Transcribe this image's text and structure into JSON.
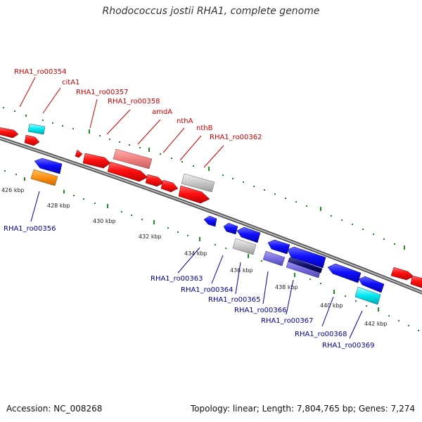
{
  "title": "Rhodococcus jostii RHA1, complete genome",
  "footer": {
    "accession": "Accession: NC_008268",
    "topology": "Topology: linear; Length: 7,804,765 bp; Genes: 7,274"
  },
  "colors": {
    "forward_gene": "#ff0000",
    "forward_label": "#cc0000",
    "reverse_gene": "#0000ff",
    "reverse_label": "#000099",
    "tick": "#228b22",
    "backbone": "#808080"
  },
  "scale": {
    "unit": "kbp",
    "tick_labels": [
      "426 kbp",
      "428 kbp",
      "430 kbp",
      "432 kbp",
      "434 kbp",
      "436 kbp",
      "438 kbp",
      "440 kbp",
      "442 kbp"
    ]
  },
  "forward_labels": [
    "RHA1_ro00354",
    "citA1",
    "RHA1_ro00357",
    "RHA1_ro00358",
    "amdA",
    "nthA",
    "nthB",
    "RHA1_ro00362"
  ],
  "reverse_labels": [
    "RHA1_ro00356",
    "RHA1_ro00363",
    "RHA1_ro00364",
    "RHA1_ro00365",
    "RHA1_ro00366",
    "RHA1_ro00367",
    "RHA1_ro00368",
    "RHA1_ro00369"
  ]
}
